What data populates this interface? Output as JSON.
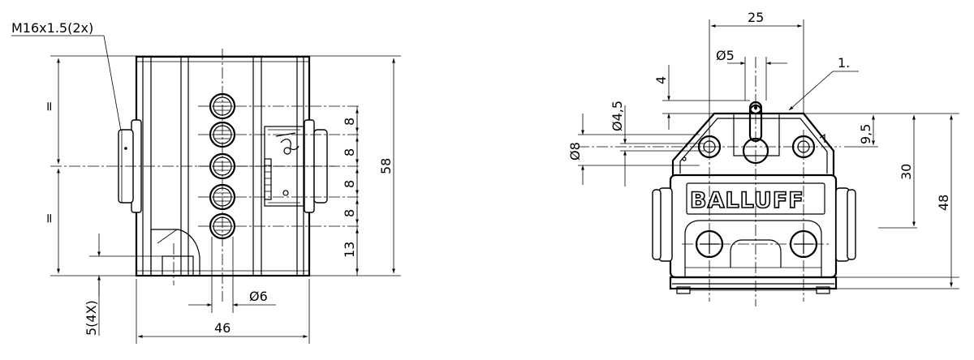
{
  "left_view": {
    "thread_label": "M16x1.5(2x)",
    "dim_width": "46",
    "dim_height": "58",
    "equal_sign_top": "=",
    "equal_sign_bottom": "=",
    "pitch_1": "8",
    "pitch_2": "8",
    "pitch_3": "8",
    "pitch_4": "8",
    "bottom_offset": "13",
    "hole_diameter": "Ø6",
    "mount_depth": "5(4X)"
  },
  "right_view": {
    "dim_top_width": "25",
    "roller_diameter": "Ø5",
    "roller_offset": "4",
    "callout": "1.",
    "hole_diameter_small": "Ø4,5",
    "hole_diameter_large": "Ø8",
    "dim_9_5": "9,5",
    "dim_30": "30",
    "dim_48": "48",
    "brand_logo": "BALLUFF"
  }
}
